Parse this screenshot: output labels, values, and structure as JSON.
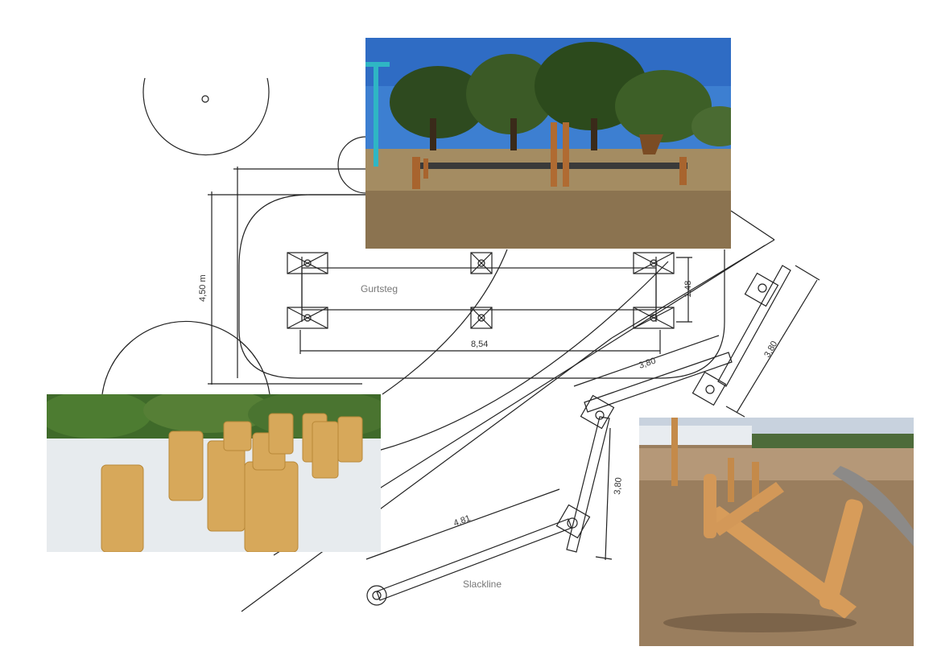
{
  "plan": {
    "labels": {
      "gurtsteg": "Gurtsteg",
      "slackline": "Slackline"
    },
    "dimensions": {
      "height_area": "4,50 m",
      "width_inner": "1,48",
      "length_gurtsteg": "8,54",
      "slack_top": "3,80",
      "slack_right": "3,80",
      "slack_mid": "3,80",
      "slack_long": "4,81"
    }
  },
  "photos": [
    {
      "subject": "balance-beam-photo"
    },
    {
      "subject": "wooden-stumps-photo"
    },
    {
      "subject": "log-balance-photo"
    }
  ]
}
